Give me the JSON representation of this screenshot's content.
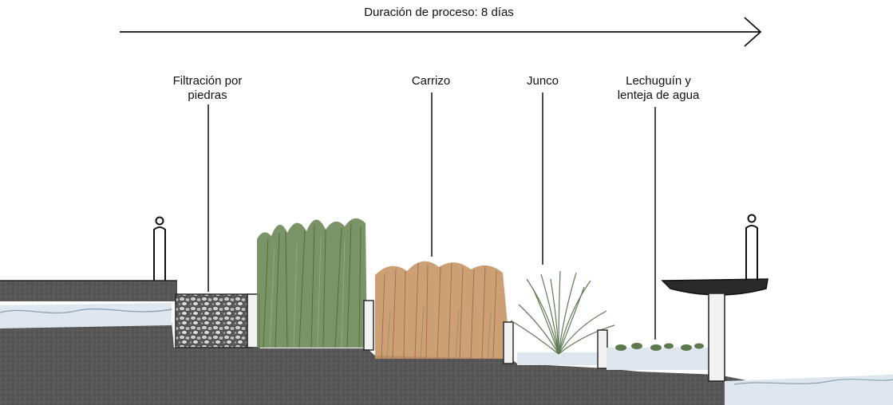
{
  "process": {
    "duration_label": "Duración de proceso: 8 días"
  },
  "stages": {
    "stones": {
      "label": "Filtración por\npiedras"
    },
    "reed": {
      "label": "Carrizo"
    },
    "rush": {
      "label": "Junco"
    },
    "floating": {
      "label": "Lechuguín y\nlenteja de agua"
    }
  },
  "colors": {
    "soil": "#555555",
    "soil_dark": "#3d3d3d",
    "water": "#dfe7ee",
    "water_line": "#8fa2b4",
    "reed_green": "#6f8a5a",
    "carrizo_tan": "#c69566",
    "junco_green": "#5f7a55",
    "stone": "#bdbdbd",
    "ink": "#1a1a1a"
  }
}
